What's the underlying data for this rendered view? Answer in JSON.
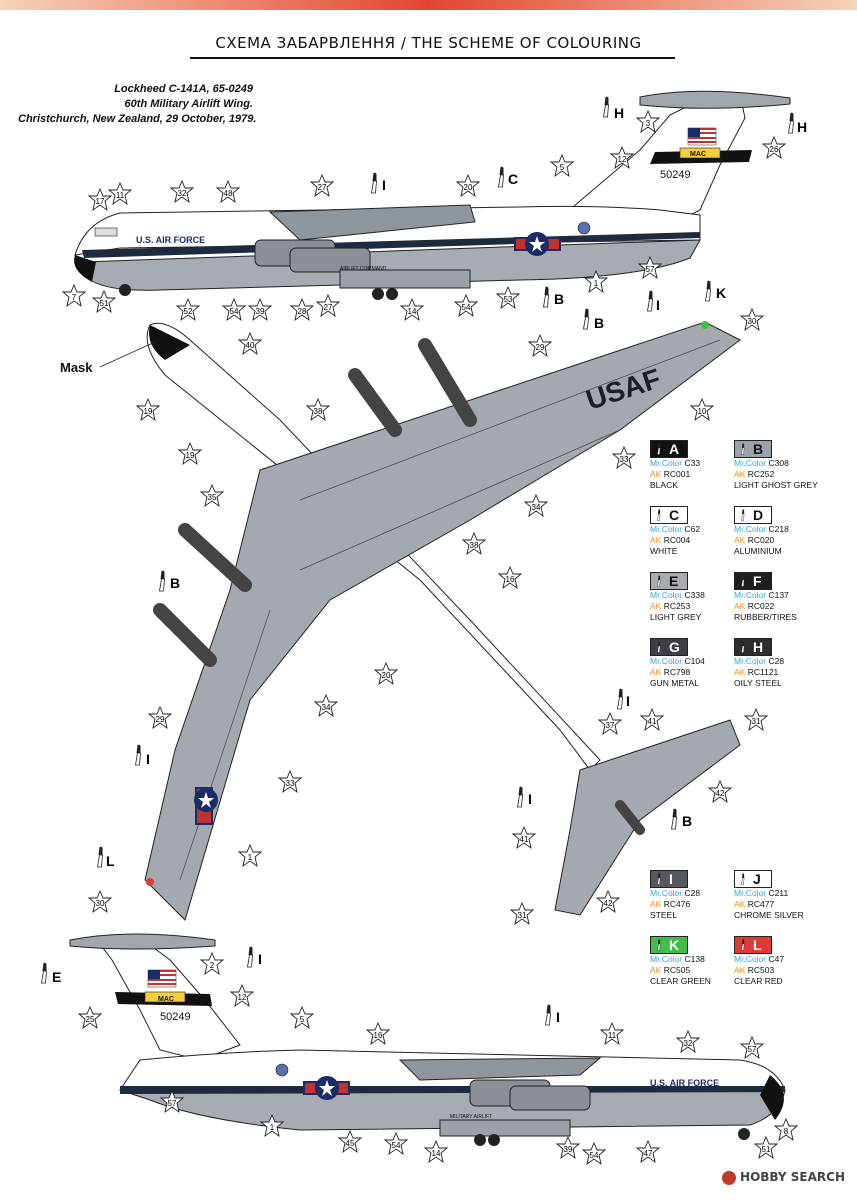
{
  "title": "СХЕМА ЗАБАРВЛЕННЯ / THE SCHEME OF COLOURING",
  "caption": {
    "line1": "Lockheed C-141A, 65-0249",
    "line2": "60th Military Airlift Wing.",
    "line3": "Christchurch, New Zealand, 29 October, 1979."
  },
  "markings": {
    "us_air_force": "U.S. AIR FORCE",
    "mac": "MAC",
    "serial": "50249",
    "usaf": "USAF",
    "command": "AIRLIFT COMMAND",
    "military_airlift": "MILITARY AIRLIFT",
    "mask": "Mask"
  },
  "brand_labels": {
    "mr": "Mr.Color",
    "ak": "AK"
  },
  "colors": [
    {
      "letter": "A",
      "mr": "C33",
      "ak": "RC001",
      "name": "BLACK",
      "hex": "#111111",
      "letter_color": "#ffffff"
    },
    {
      "letter": "B",
      "mr": "C308",
      "ak": "RC252",
      "name": "LIGHT GHOST GREY",
      "hex": "#9aa2aa",
      "letter_color": "#111111"
    },
    {
      "letter": "C",
      "mr": "C62",
      "ak": "RC004",
      "name": "WHITE",
      "hex": "#ffffff",
      "letter_color": "#111111"
    },
    {
      "letter": "D",
      "mr": "C218",
      "ak": "RC020",
      "name": "ALUMINIUM",
      "hex": "#ffffff",
      "letter_color": "#111111"
    },
    {
      "letter": "E",
      "mr": "C338",
      "ak": "RC253",
      "name": "LIGHT GREY",
      "hex": "#a8acb0",
      "letter_color": "#111111"
    },
    {
      "letter": "F",
      "mr": "C137",
      "ak": "RC022",
      "name": "RUBBER/TIRES",
      "hex": "#1d1d1d",
      "letter_color": "#ffffff"
    },
    {
      "letter": "G",
      "mr": "C104",
      "ak": "RC798",
      "name": "GUN METAL",
      "hex": "#3d4045",
      "letter_color": "#ffffff"
    },
    {
      "letter": "H",
      "mr": "C28",
      "ak": "RC1121",
      "name": "OILY STEEL",
      "hex": "#2b2d31",
      "letter_color": "#ffffff"
    },
    {
      "letter": "I",
      "mr": "C28",
      "ak": "RC476",
      "name": "STEEL",
      "hex": "#55585c",
      "letter_color": "#ffffff"
    },
    {
      "letter": "J",
      "mr": "C211",
      "ak": "RC477",
      "name": "CHROME SILVER",
      "hex": "#ffffff",
      "letter_color": "#111111"
    },
    {
      "letter": "K",
      "mr": "C138",
      "ak": "RC505",
      "name": "CLEAR GREEN",
      "hex": "#3fbf4a",
      "letter_color": "#ffffff"
    },
    {
      "letter": "L",
      "mr": "C47",
      "ak": "RC503",
      "name": "CLEAR RED",
      "hex": "#e03a35",
      "letter_color": "#ffffff"
    }
  ],
  "callouts": {
    "top": [
      "17",
      "11",
      "32",
      "48",
      "27",
      "20",
      "5",
      "12",
      "3",
      "26",
      "7",
      "51",
      "52",
      "54",
      "39",
      "28",
      "27",
      "14",
      "54",
      "53",
      "1",
      "57",
      "H",
      "H",
      "I",
      "C",
      "B"
    ],
    "middle": [
      "40",
      "19",
      "19",
      "38",
      "35",
      "29",
      "B",
      "I",
      "K",
      "30",
      "10",
      "33",
      "34",
      "38",
      "16",
      "B",
      "20",
      "34",
      "29",
      "33",
      "I",
      "1",
      "L",
      "30",
      "37",
      "41",
      "31",
      "42",
      "41",
      "B",
      "I",
      "31",
      "42"
    ],
    "bottom": [
      "2",
      "I",
      "E",
      "12",
      "25",
      "5",
      "16",
      "I",
      "11",
      "32",
      "57",
      "57",
      "1",
      "45",
      "54",
      "14",
      "39",
      "54",
      "47",
      "8",
      "51"
    ]
  },
  "footer": "HOBBY SEARCH"
}
